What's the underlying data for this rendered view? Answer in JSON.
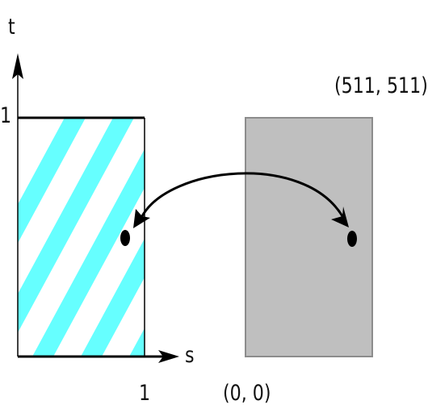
{
  "texture_space": {
    "axis_t_label": "t",
    "axis_s_label": "s",
    "t_one_label": "1",
    "s_one_label": "1",
    "stripe_color": "#66ffff"
  },
  "image_space": {
    "origin_label": "(0, 0)",
    "corner_label": "(511, 511)",
    "fill_color": "#bfbfbf",
    "border_color": "#8c8c8c"
  },
  "mapping": {
    "arrow_direction": "bidirectional"
  }
}
